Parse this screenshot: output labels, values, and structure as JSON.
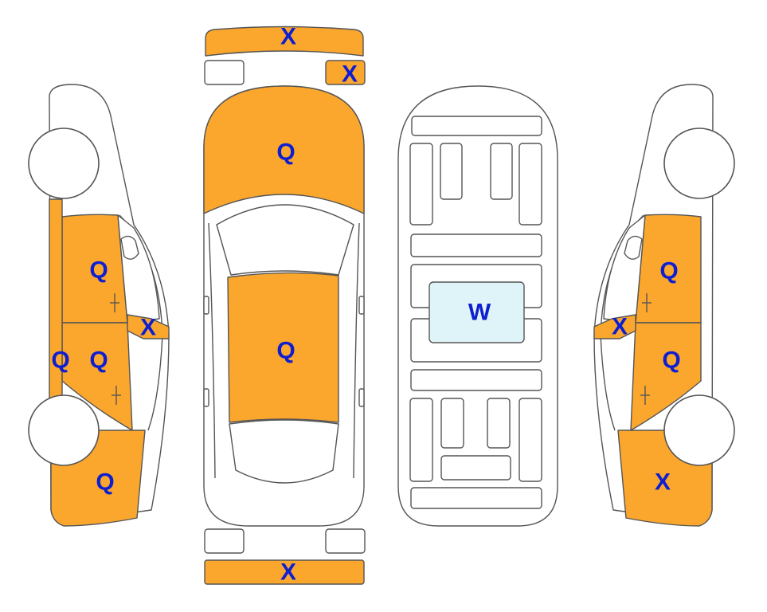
{
  "colors": {
    "damage_fill": "#FBA72E",
    "highlight_fill": "#DFF4F8",
    "label": "#0F1FD0",
    "outline": "#555555"
  },
  "labels": {
    "front_bumper": "X",
    "front_right_light": "X",
    "hood": "Q",
    "roof": "Q",
    "rear_bumper": "X",
    "floor_center": "W",
    "left_front_door": "Q",
    "left_mirror": "X",
    "left_rear_door": "Q",
    "left_rocker": "Q",
    "left_rear_quarter": "Q",
    "right_front_door": "Q",
    "right_mirror": "X",
    "right_rear_door": "Q",
    "right_rear_quarter": "X"
  }
}
